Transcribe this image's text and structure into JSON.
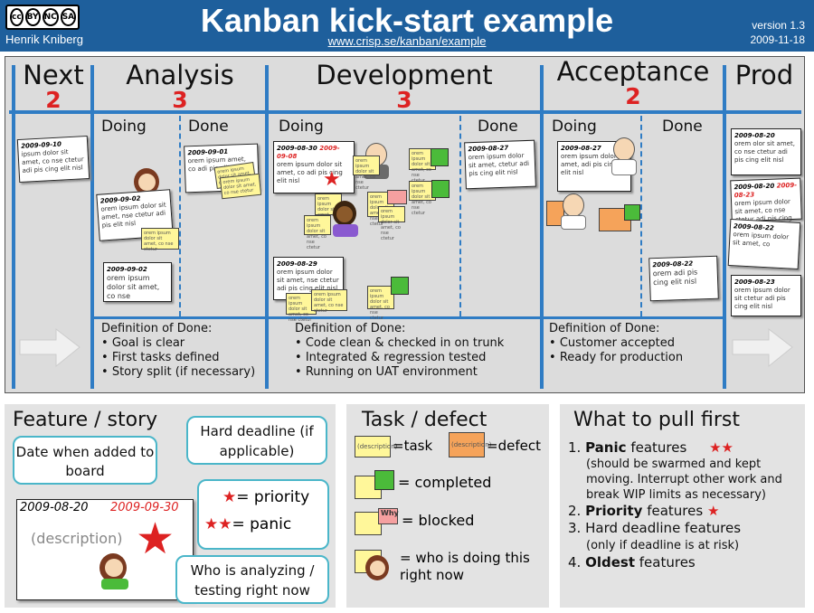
{
  "header": {
    "cc_license": [
      "cc",
      "BY",
      "NC",
      "SA"
    ],
    "author": "Henrik Kniberg",
    "title": "Kanban kick-start example",
    "url": "www.crisp.se/kanban/example",
    "version": "version 1.3",
    "date": "2009-11-18"
  },
  "board": {
    "columns": [
      {
        "title": "Next",
        "limit": "2"
      },
      {
        "title": "Analysis",
        "limit": "3",
        "sub": [
          "Doing",
          "Done"
        ]
      },
      {
        "title": "Development",
        "limit": "3",
        "sub": [
          "Doing",
          "Done"
        ]
      },
      {
        "title": "Acceptance",
        "limit": "2",
        "sub": [
          "Doing",
          "Done"
        ]
      },
      {
        "title": "Prod"
      }
    ],
    "notes": {
      "next1": {
        "date": "2009-09-10",
        "text": "ipsum dolor sit amet, co nse ctetur adi pis cing elit nisl"
      },
      "an_doing1": {
        "date": "2009-09-02",
        "text": "orem ipsum dolor sit amet, nse ctetur adi pis elit nisl"
      },
      "an_doing2": {
        "date": "2009-09-02",
        "text": "orem ipsum dolor sit amet, co nse"
      },
      "an_done1": {
        "date": "2009-09-01",
        "text": "orem ipsum amet, co adi pis elit nisl"
      },
      "dev_doing1": {
        "date": "2009-08-30",
        "deadline": "2009-09-08",
        "text": "orem ipsum dolor sit amet, co adi pis cing elit nisl"
      },
      "dev_doing2": {
        "date": "2009-08-29",
        "text": "orem ipsum dolor sit amet, nse ctetur adi pis cing elit nisl"
      },
      "dev_done1": {
        "date": "2009-08-27",
        "text": "orem ipsum dolor sit amet, ctetur adi pis cing elit nisl"
      },
      "acc_doing1": {
        "date": "2009-08-27",
        "text": "orem ipsum dolor sit amet, adi pis cing elit nisl"
      },
      "acc_done1": {
        "date": "2009-08-22",
        "text": "orem adi pis cing elit nisl"
      },
      "prod1": {
        "date": "2009-08-20",
        "text": "orem olor sit amet, co nse ctetur adi pis cing elit nisl"
      },
      "prod2": {
        "date": "2009-08-20",
        "deadline": "2009-08-23",
        "text": "orem ipsum dolor sit amet, co nse ctetur adi pis cing elit nisl"
      },
      "prod3": {
        "date": "2009-08-22",
        "text": "orem ipsum dolor sit amet, co"
      },
      "prod4": {
        "date": "2009-08-23",
        "text": "orem ipsum dolor sit ctetur adi pis cing elit nisl"
      }
    },
    "task_text": "orem ipsum dolor sit amet, co nse ctetur",
    "dod": {
      "analysis": {
        "title": "Definition of Done:",
        "items": [
          "Goal is clear",
          "First tasks defined",
          "Story split (if necessary)"
        ]
      },
      "development": {
        "title": "Definition of Done:",
        "items": [
          "Code clean & checked in on trunk",
          "Integrated & regression tested",
          "Running on UAT environment"
        ]
      },
      "acceptance": {
        "title": "Definition of Done:",
        "items": [
          "Customer accepted",
          "Ready for production"
        ]
      }
    }
  },
  "legend": {
    "feature": {
      "title": "Feature / story",
      "bubble_date": "Date when added to board",
      "bubble_deadline": "Hard deadline (if applicable)",
      "card_date": "2009-08-20",
      "card_deadline": "2009-09-30",
      "card_desc": "(description)",
      "priority": "= priority",
      "panic": "= panic",
      "bubble_who": "Who is analyzing / testing right now"
    },
    "task": {
      "title": "Task / defect",
      "desc": "(description)",
      "task": "=task",
      "defect": "=defect",
      "completed": "= completed",
      "why": "Why",
      "blocked": "= blocked",
      "who": "= who is doing this right now"
    },
    "pull": {
      "title": "What to pull first",
      "items": [
        {
          "n": "1.",
          "bold": "Panic",
          "rest": "features"
        },
        {
          "n": "",
          "bold": "",
          "rest": "(should be swarmed and kept moving. Interrupt other work and break WIP limits as necessary)"
        },
        {
          "n": "2.",
          "bold": "Priority",
          "rest": "features"
        },
        {
          "n": "3.",
          "bold": "",
          "rest": "Hard deadline features"
        },
        {
          "n": "",
          "bold": "",
          "rest": "(only if deadline is at risk)"
        },
        {
          "n": "4.",
          "bold": "Oldest",
          "rest": "features"
        }
      ]
    }
  },
  "colors": {
    "header": "#1e5f9c",
    "line": "#2f7cc4",
    "red": "#dd2222",
    "yellow": "#fff79a",
    "orange": "#f5a35a",
    "green": "#4bbb3a",
    "pink": "#f5a0a0"
  }
}
